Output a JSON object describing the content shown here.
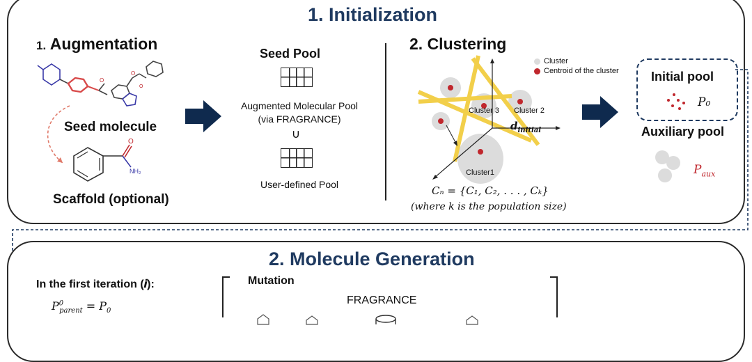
{
  "initialization": {
    "title": "1. Initialization",
    "augmentation": {
      "title_prefix": "1.",
      "title": "Augmentation",
      "seed_label": "Seed molecule",
      "scaffold_label": "Scaffold (optional)",
      "nh2_label": "NH₂"
    },
    "pools": {
      "seed_pool": "Seed Pool",
      "augmented_line1": "Augmented Molecular Pool",
      "augmented_line2": "(via FRAGRANCE)",
      "union": "∪",
      "user_defined": "User-defined Pool"
    },
    "clustering": {
      "title": "2. Clustering",
      "legend_cluster": "Cluster",
      "legend_centroid": "Centroid of the cluster",
      "cluster1": "Cluster1",
      "cluster2": "Cluster 2",
      "cluster3": "Cluster 3",
      "d_initial": "d",
      "d_sub": "initial",
      "cn_formula": "Cₙ = {C₁, C₂, . . . , Cₖ}",
      "cn_note": "(where k is the population size)"
    },
    "output": {
      "initial_pool": "Initial pool",
      "p0_label": "P₀",
      "auxiliary_pool": "Auxiliary pool",
      "paux": "P",
      "paux_sub": "aux"
    }
  },
  "generation": {
    "title": "2. Molecule Generation",
    "first_iteration": "In the first iteration (𝒊):",
    "parent_formula": "P⁰ parent = P₀",
    "mutation": "Mutation",
    "fragrance": "FRAGRANCE"
  },
  "colors": {
    "title_navy": "#1f3a60",
    "arrow_navy": "#0f2a4e",
    "centroid_red": "#c0272d",
    "cluster_grey": "#dcdcdc",
    "cut_line_yellow": "#f2cf4a",
    "paux_red": "#c0272d"
  }
}
